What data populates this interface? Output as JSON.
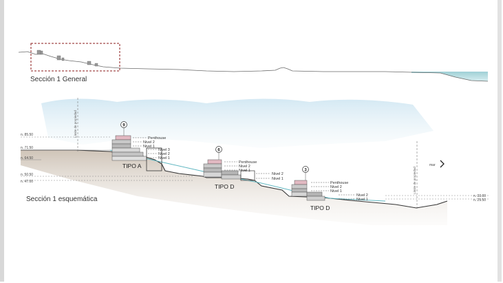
{
  "titles": {
    "general": "Sección 1 General",
    "schematic": "Sección 1 esquemática"
  },
  "elevations_left": [
    "n. 85.50",
    "n. 71.50",
    "n. 64.50",
    "n. 50.50",
    "n. 47.00"
  ],
  "elevations_right": [
    "n. 33.00",
    "n. 29.50"
  ],
  "property_limit": "Límite de propiedad",
  "sea_label": "mar",
  "buildings": [
    {
      "number": "9",
      "type": "TIPO A",
      "levels": [
        "Penthouse",
        "Nivel 2",
        "Nivel 1"
      ],
      "lower_levels": [
        "Nivel 3",
        "Nivel 2",
        "Nivel 1"
      ]
    },
    {
      "number": "6",
      "type": "TIPO D",
      "levels": [
        "Penthouse",
        "Nivel 2",
        "Nivel 1"
      ],
      "lower_levels": [
        "Nivel 2",
        "Nivel 1"
      ]
    },
    {
      "number": "3",
      "type": "TIPO D",
      "levels": [
        "Penthouse",
        "Nivel 2",
        "Nivel 1"
      ],
      "lower_levels": [
        "Nivel 2",
        "Nivel 1"
      ]
    }
  ],
  "colors": {
    "sea": "#a9d6dc",
    "terrain": "#d4cbc2",
    "water_line": "#5fb6c0",
    "highlight_box": "#8b1a1a",
    "penthouse": "#e2b9c2"
  }
}
